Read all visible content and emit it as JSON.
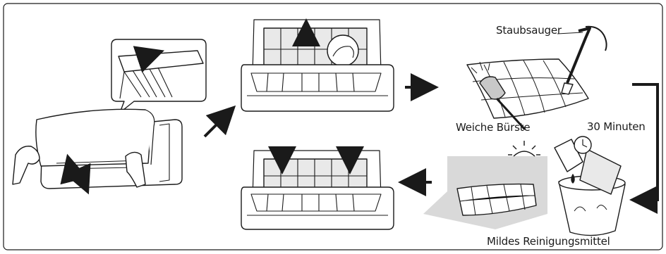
{
  "labels": {
    "vacuum": "Staubsauger",
    "brush": "Weiche Bürste",
    "wait": "30 Minuten",
    "detergent": "Mildes Reinigungsmittel"
  },
  "icons": [
    "sun-icon",
    "clock-icon",
    "brush-icon",
    "vacuum-icon",
    "water-drop-icon",
    "arrow-icon"
  ],
  "colors": {
    "line": "#1a1a1a",
    "shade": "#d9d9d9",
    "fill": "#ffffff"
  }
}
